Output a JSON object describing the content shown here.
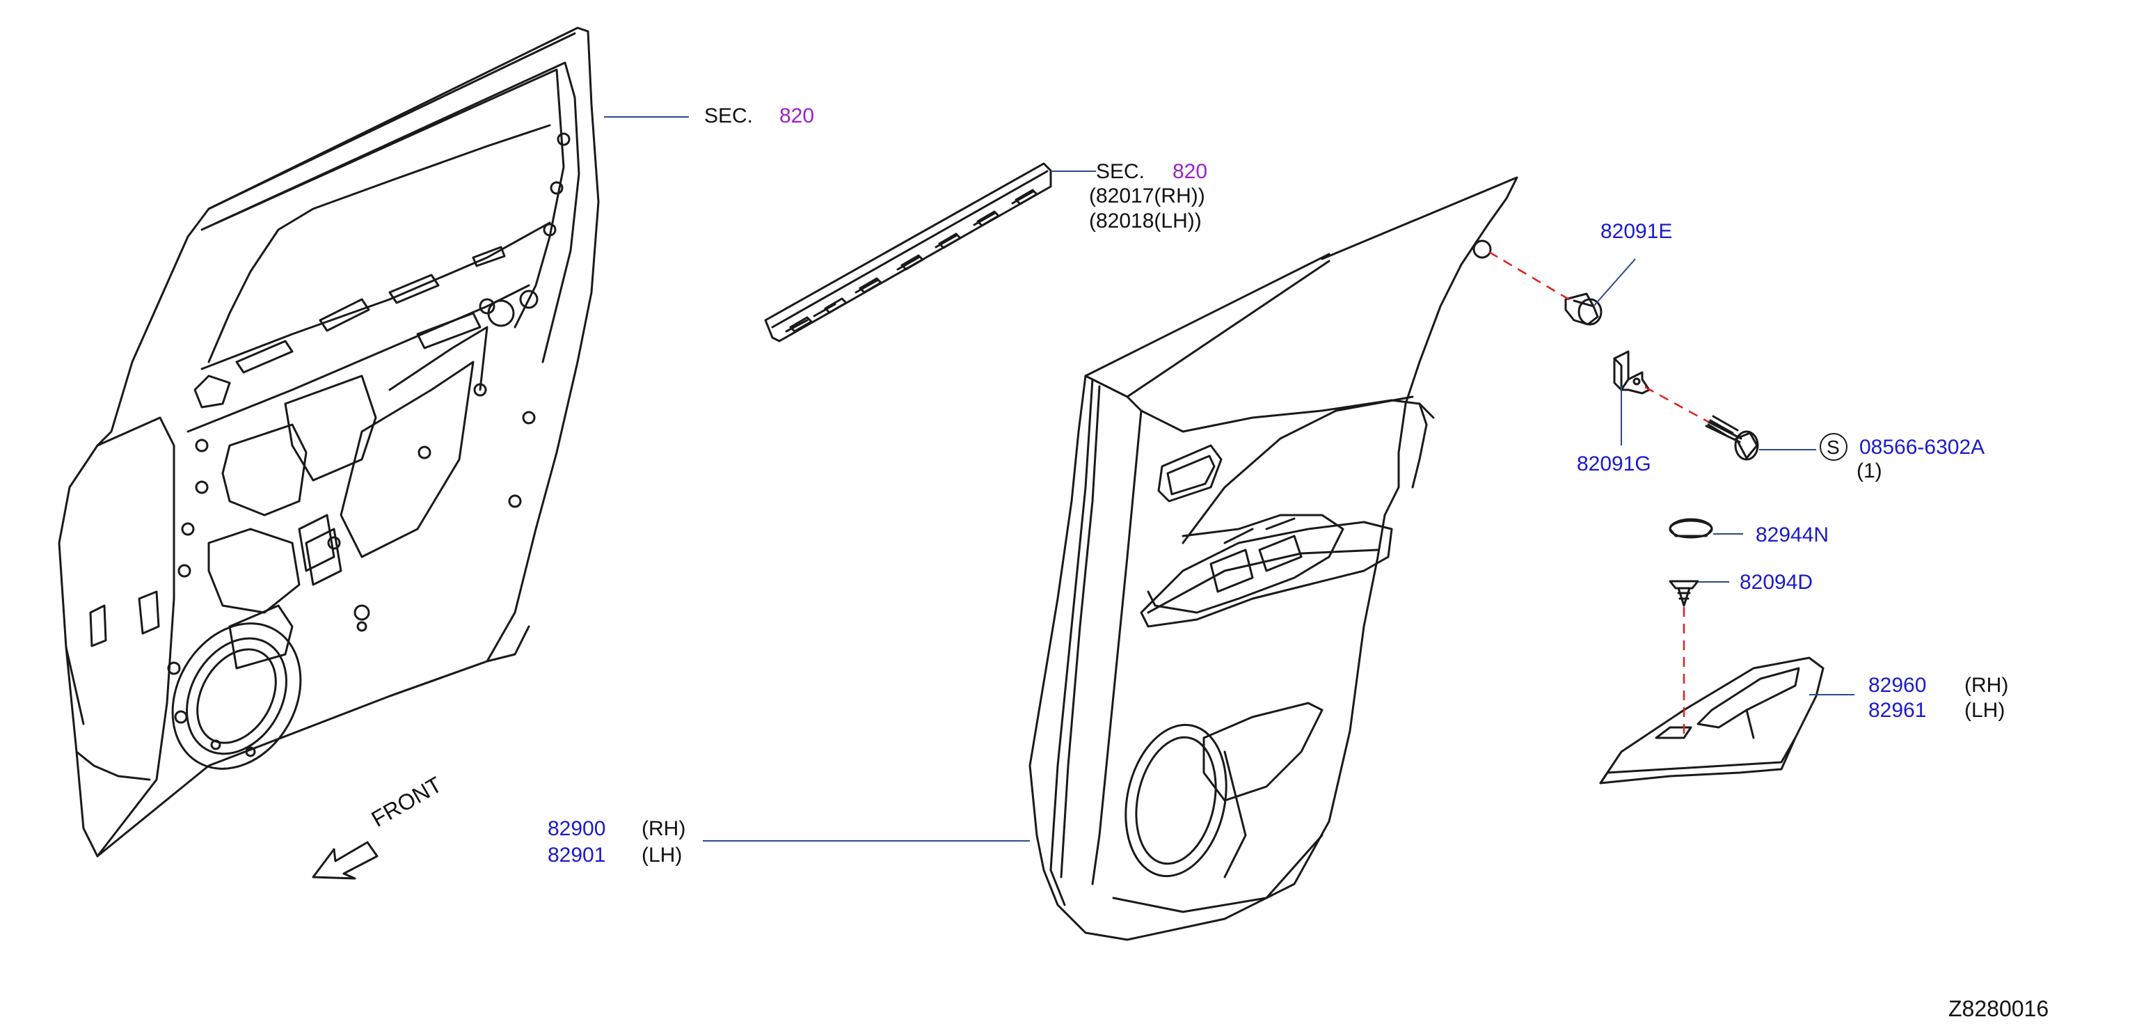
{
  "colors": {
    "part_number": "#1a1acc",
    "section_ref": "#9a22cc",
    "text": "#111111",
    "leader_line": "#2b4a8a",
    "dashed_line": "#e02020",
    "drawing": "#1a1a1a"
  },
  "callouts": {
    "sec_door": {
      "prefix": "SEC.",
      "number": "820"
    },
    "sec_moulding": {
      "prefix": "SEC.",
      "number": "820",
      "variant_rh": "(82017(RH))",
      "variant_lh": "(82018(LH))"
    },
    "clip_82091E": "82091E",
    "bracket_82091G": "82091G",
    "screw": {
      "symbol": "S",
      "number": "08566-6302A",
      "qty": "(1)"
    },
    "cap_82944N": "82944N",
    "clip_82094D": "82094D",
    "finisher": {
      "rh_number": "82960",
      "rh_side": "(RH)",
      "lh_number": "82961",
      "lh_side": "(LH)"
    },
    "trim": {
      "rh_number": "82900",
      "rh_side": "(RH)",
      "lh_number": "82901",
      "lh_side": "(LH)"
    }
  },
  "front_indicator": {
    "label": "FRONT",
    "icon": "arrow-down-left-icon"
  },
  "diagram_code": "Z8280016"
}
